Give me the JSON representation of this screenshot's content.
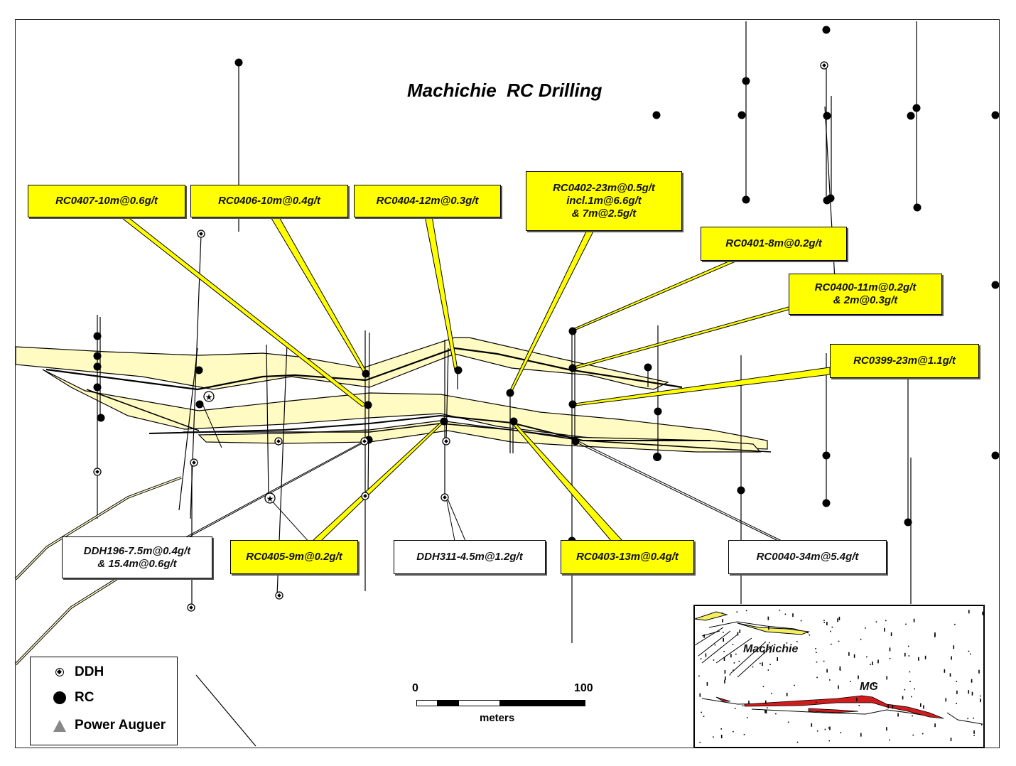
{
  "title": "Machichie  RC Drilling",
  "colors": {
    "rc_callout": "#ffff00",
    "ddh_callout": "#ffffff",
    "ore_zone": "#fffbc2",
    "inset_ore": "#d01c1c",
    "inset_yellow": "#f5f060"
  },
  "callouts": [
    {
      "id": "RC0407",
      "type": "rc",
      "lines": [
        "RC0407-10m@0.6g/t"
      ]
    },
    {
      "id": "RC0406",
      "type": "rc",
      "lines": [
        "RC0406-10m@0.4g/t"
      ]
    },
    {
      "id": "RC0404",
      "type": "rc",
      "lines": [
        "RC0404-12m@0.3g/t"
      ]
    },
    {
      "id": "RC0402",
      "type": "rc",
      "lines": [
        "RC0402-23m@0.5g/t",
        "incl.1m@6.6g/t",
        "& 7m@2.5g/t"
      ]
    },
    {
      "id": "RC0401",
      "type": "rc",
      "lines": [
        "RC0401-8m@0.2g/t"
      ]
    },
    {
      "id": "RC0400",
      "type": "rc",
      "lines": [
        "RC0400-11m@0.2g/t",
        "& 2m@0.3g/t"
      ]
    },
    {
      "id": "RC0399",
      "type": "rc",
      "lines": [
        "RC0399-23m@1.1g/t"
      ]
    },
    {
      "id": "DDH196",
      "type": "ddh",
      "lines": [
        "DDH196-7.5m@0.4g/t",
        "& 15.4m@0.6g/t"
      ]
    },
    {
      "id": "RC0405",
      "type": "rc",
      "lines": [
        "RC0405-9m@0.2g/t"
      ]
    },
    {
      "id": "DDH311",
      "type": "ddh",
      "lines": [
        "DDH311-4.5m@1.2g/t"
      ]
    },
    {
      "id": "RC0403",
      "type": "rc",
      "lines": [
        "RC0403-13m@0.4g/t"
      ]
    },
    {
      "id": "RC0040",
      "type": "ddh",
      "lines": [
        "RC0040-34m@5.4g/t"
      ]
    }
  ],
  "legend": {
    "items": [
      {
        "symbol": "ddh-icon",
        "label": "DDH"
      },
      {
        "symbol": "rc-icon",
        "label": "RC"
      },
      {
        "symbol": "power-auguer-icon",
        "label": "Power Auguer"
      }
    ]
  },
  "scale_bar": {
    "start_label": "0",
    "end_label": "100",
    "unit": "meters",
    "segments_m": [
      12,
      13,
      24,
      51
    ]
  },
  "inset": {
    "labels": {
      "machichie": "Machichie",
      "mg": "MG"
    }
  }
}
